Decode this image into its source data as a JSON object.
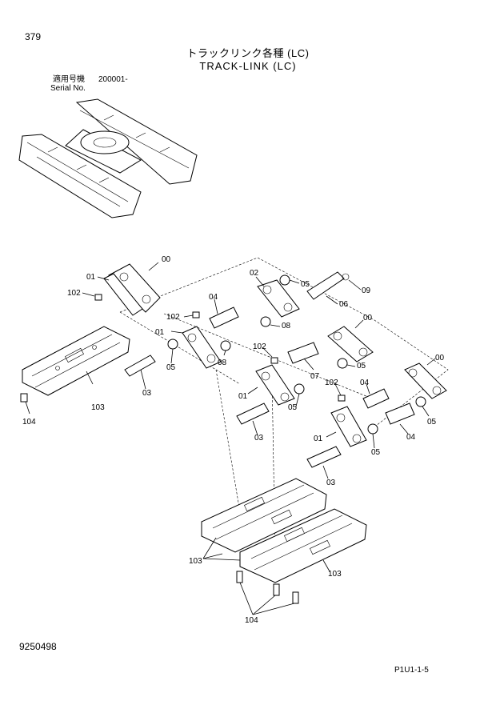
{
  "header": {
    "page_number": "379",
    "title_jp": "トラックリンク各種 (LC)",
    "title_en": "TRACK-LINK (LC)",
    "serial_label_jp": "適用号機",
    "serial_range": "200001-",
    "serial_label_en": "Serial No."
  },
  "callouts": {
    "c00a": "00",
    "c01a": "01",
    "c102a": "102",
    "c103a": "103",
    "c104a": "104",
    "c02": "02",
    "c05a": "05",
    "c09": "09",
    "c06": "06",
    "c04a": "04",
    "c102b": "102",
    "c08a": "08",
    "c01b": "01",
    "c05b": "05",
    "c08b": "08",
    "c03a": "03",
    "c102c": "102",
    "c07": "07",
    "c00b": "00",
    "c05c": "05",
    "c00c": "00",
    "c01c": "01",
    "c05d": "05",
    "c03b": "03",
    "c102d": "102",
    "c04b": "04",
    "c05e": "05",
    "c01d": "01",
    "c05f": "05",
    "c04c": "04",
    "c03c": "03",
    "c103b": "103",
    "c103c": "103",
    "c104b": "104"
  },
  "footer": {
    "drawing_number": "9250498",
    "page_code": "P1U1-1-5"
  }
}
